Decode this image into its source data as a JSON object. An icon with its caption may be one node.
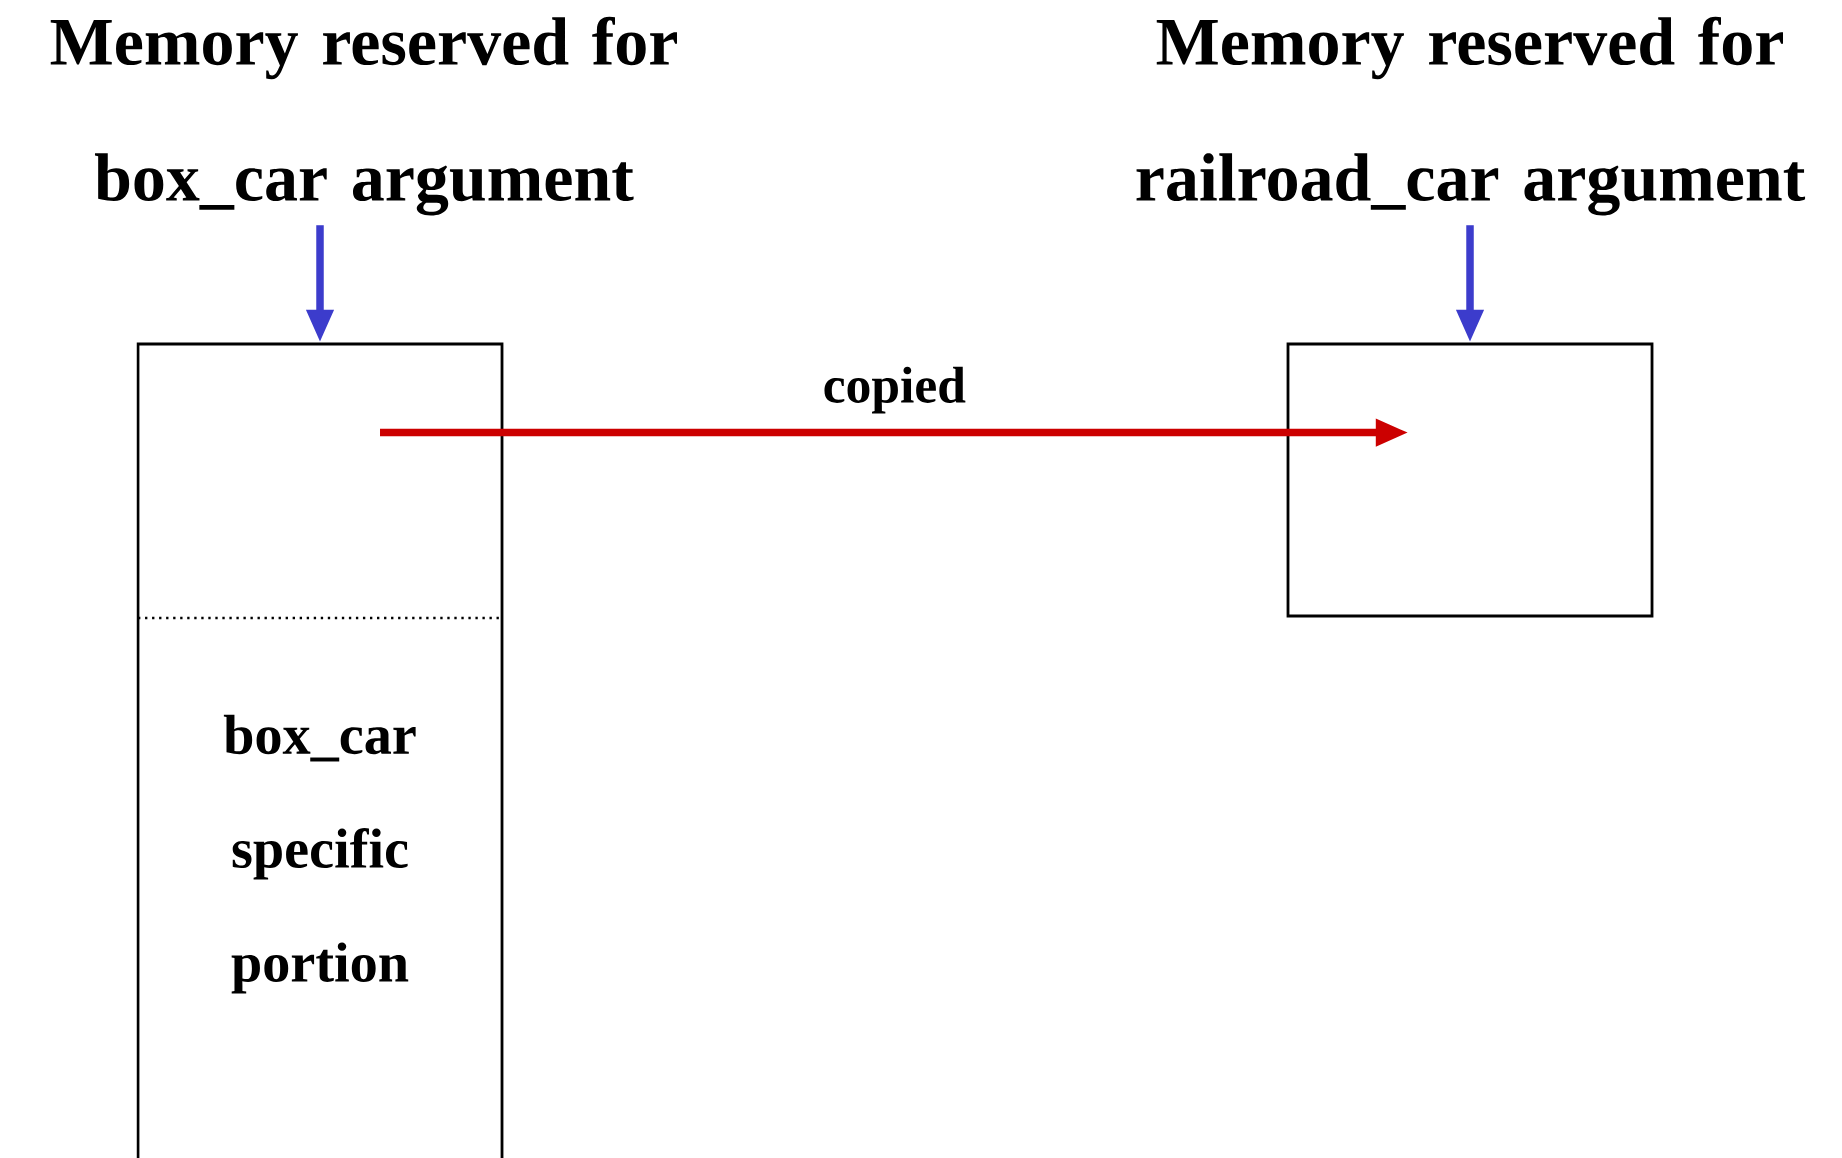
{
  "diagram": {
    "nodes": [
      {
        "text": [
          "Memory reserved for box_car argument"
        ]
      },
      {
        "text": [
          "Memory reserved for railroad_car argument"
        ]
      },
      {
        "text": [
          "box_car specific portion"
        ]
      },
      {
        "text": [],
        "shape": "box"
      }
    ],
    "edges": [
      {
        "from": 0,
        "to": 2,
        "arrow": "to"
      },
      {
        "from": 1,
        "to": 3,
        "arrow": "to"
      },
      {
        "from": 2,
        "to": 3,
        "arrow": "to",
        "label": "copied",
        "color": "#cc0000"
      }
    ]
  }
}
